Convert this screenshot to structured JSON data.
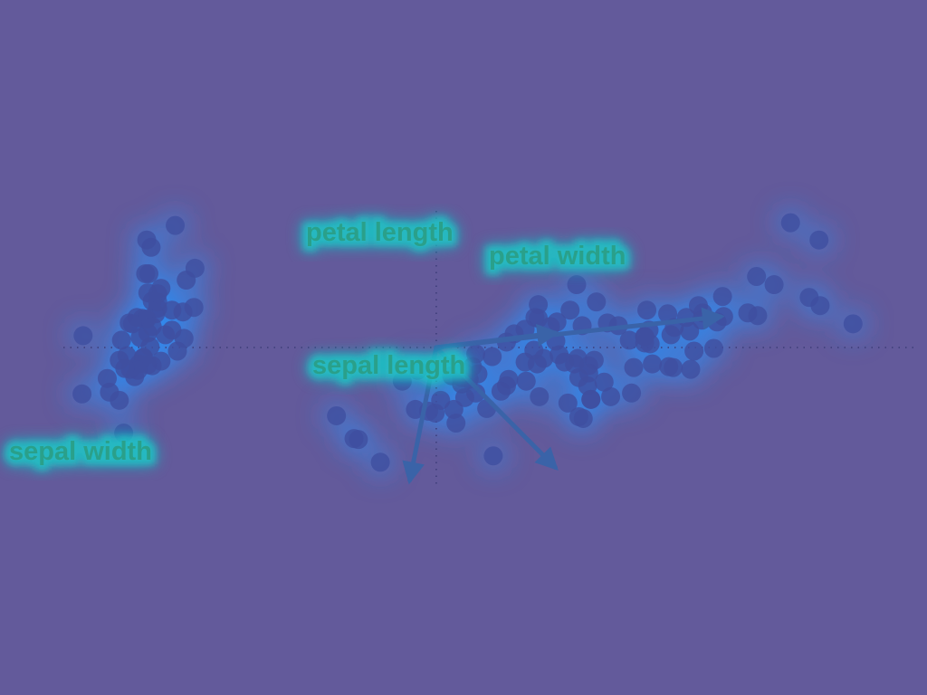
{
  "chart_data": {
    "type": "scatter",
    "title": "",
    "xlabel": "",
    "ylabel": "",
    "xlim": [
      -3.4,
      4.4
    ],
    "ylim": [
      -1.6,
      1.55
    ],
    "grid": false,
    "legend": "none",
    "zero_lines": true,
    "points": [
      [
        -2.68,
        0.32
      ],
      [
        -2.71,
        -0.18
      ],
      [
        -2.89,
        -0.14
      ],
      [
        -2.75,
        -0.32
      ],
      [
        -2.73,
        0.33
      ],
      [
        -2.28,
        0.74
      ],
      [
        -2.82,
        -0.09
      ],
      [
        -2.63,
        0.16
      ],
      [
        -2.89,
        -0.58
      ],
      [
        -2.67,
        -0.11
      ],
      [
        -2.51,
        0.65
      ],
      [
        -2.61,
        0.01
      ],
      [
        -2.79,
        -0.24
      ],
      [
        -3.23,
        -0.51
      ],
      [
        -2.64,
        1.18
      ],
      [
        -2.38,
        1.34
      ],
      [
        -2.62,
        0.81
      ],
      [
        -2.65,
        0.31
      ],
      [
        -2.2,
        0.87
      ],
      [
        -2.59,
        0.51
      ],
      [
        -2.31,
        0.39
      ],
      [
        -2.54,
        0.43
      ],
      [
        -3.22,
        0.13
      ],
      [
        -2.3,
        0.1
      ],
      [
        -2.36,
        -0.04
      ],
      [
        -2.51,
        -0.15
      ],
      [
        -2.47,
        0.14
      ],
      [
        -2.56,
        0.37
      ],
      [
        -2.64,
        0.31
      ],
      [
        -2.63,
        -0.19
      ],
      [
        -2.59,
        -0.2
      ],
      [
        -2.41,
        0.41
      ],
      [
        -2.65,
        0.81
      ],
      [
        -2.6,
        1.1
      ],
      [
        -2.67,
        -0.11
      ],
      [
        -2.87,
        0.08
      ],
      [
        -2.63,
        0.6
      ],
      [
        -2.8,
        0.27
      ],
      [
        -2.98,
        -0.49
      ],
      [
        -2.59,
        0.23
      ],
      [
        -2.77,
        0.26
      ],
      [
        -2.85,
        -0.94
      ],
      [
        -3,
        -0.34
      ],
      [
        -2.41,
        0.19
      ],
      [
        -2.21,
        0.44
      ],
      [
        -2.72,
        -0.25
      ],
      [
        -2.54,
        0.5
      ],
      [
        -2.84,
        -0.23
      ],
      [
        -2.54,
        0.59
      ],
      [
        -2.7,
        0.11
      ],
      [
        1.28,
        0.69
      ],
      [
        0.93,
        0.32
      ],
      [
        1.46,
        0.5
      ],
      [
        0.18,
        -0.83
      ],
      [
        1.09,
        0.07
      ],
      [
        0.64,
        -0.42
      ],
      [
        1.1,
        0.28
      ],
      [
        -0.75,
        -1.0
      ],
      [
        1.04,
        0.23
      ],
      [
        -0.01,
        -0.72
      ],
      [
        -0.51,
        -1.26
      ],
      [
        0.51,
        -0.1
      ],
      [
        0.26,
        -0.55
      ],
      [
        0.98,
        -0.12
      ],
      [
        -0.17,
        -0.25
      ],
      [
        0.93,
        0.47
      ],
      [
        0.66,
        -0.35
      ],
      [
        0.23,
        -0.33
      ],
      [
        0.94,
        -0.54
      ],
      [
        0.04,
        -0.58
      ],
      [
        1.12,
        -0.08
      ],
      [
        0.36,
        -0.07
      ],
      [
        1.3,
        -0.33
      ],
      [
        0.92,
        -0.18
      ],
      [
        0.71,
        0.15
      ],
      [
        0.9,
        0.33
      ],
      [
        1.33,
        0.24
      ],
      [
        1.56,
        0.27
      ],
      [
        0.81,
        -0.16
      ],
      [
        -0.31,
        -0.37
      ],
      [
        -0.07,
        -0.7
      ],
      [
        -0.19,
        -0.68
      ],
      [
        0.14,
        -0.31
      ],
      [
        1.38,
        -0.42
      ],
      [
        0.59,
        -0.48
      ],
      [
        0.81,
        0.2
      ],
      [
        1.22,
        0.41
      ],
      [
        0.82,
        -0.37
      ],
      [
        0.25,
        -0.27
      ],
      [
        0.16,
        -0.68
      ],
      [
        0.46,
        -0.67
      ],
      [
        0.89,
        -0.03
      ],
      [
        0.23,
        -0.4
      ],
      [
        -0.71,
        -1.01
      ],
      [
        0.36,
        -0.5
      ],
      [
        0.33,
        -0.21
      ],
      [
        0.38,
        -0.29
      ],
      [
        0.64,
        0.06
      ],
      [
        -0.91,
        -0.75
      ],
      [
        0.3,
        -0.35
      ],
      [
        2.53,
        -0.01
      ],
      [
        1.41,
        -0.57
      ],
      [
        2.62,
        0.34
      ],
      [
        1.97,
        -0.18
      ],
      [
        2.35,
        -0.04
      ],
      [
        3.4,
        0.55
      ],
      [
        0.52,
        -1.19
      ],
      [
        2.93,
        0.35
      ],
      [
        2.32,
        -0.24
      ],
      [
        2.92,
        0.78
      ],
      [
        1.66,
        0.24
      ],
      [
        1.8,
        -0.22
      ],
      [
        2.17,
        0.22
      ],
      [
        1.34,
        -0.78
      ],
      [
        1.59,
        -0.54
      ],
      [
        1.9,
        0.12
      ],
      [
        1.95,
        0.04
      ],
      [
        3.49,
        1.18
      ],
      [
        3.8,
        0.26
      ],
      [
        1.3,
        -0.76
      ],
      [
        2.43,
        0.38
      ],
      [
        1.2,
        -0.61
      ],
      [
        3.5,
        0.46
      ],
      [
        1.39,
        -0.2
      ],
      [
        2.28,
        0.33
      ],
      [
        2.61,
        0.56
      ],
      [
        1.26,
        -0.18
      ],
      [
        1.29,
        -0.12
      ],
      [
        2.12,
        -0.21
      ],
      [
        2.39,
        0.46
      ],
      [
        2.84,
        0.38
      ],
      [
        3.23,
        1.37
      ],
      [
        2.16,
        -0.22
      ],
      [
        1.44,
        -0.14
      ],
      [
        1.78,
        -0.5
      ],
      [
        3.08,
        0.69
      ],
      [
        2.14,
        0.14
      ],
      [
        1.9,
        0.05
      ],
      [
        1.17,
        -0.16
      ],
      [
        2.11,
        0.37
      ],
      [
        2.31,
        0.18
      ],
      [
        1.92,
        0.41
      ],
      [
        1.41,
        -0.57
      ],
      [
        2.56,
        0.28
      ],
      [
        2.42,
        0.3
      ],
      [
        1.94,
        0.19
      ],
      [
        1.53,
        -0.38
      ],
      [
        1.76,
        0.08
      ],
      [
        1.9,
        0.12
      ],
      [
        1.39,
        -0.28
      ]
    ],
    "vectors": [
      {
        "name": "sepal length",
        "dx": 0.36,
        "dy": 0.66
      },
      {
        "name": "sepal width",
        "dx": -0.08,
        "dy": 0.73
      },
      {
        "name": "petal length",
        "dx": 0.86,
        "dy": -0.17
      },
      {
        "name": "petal width",
        "dx": 0.36,
        "dy": -0.08
      }
    ]
  },
  "colors": {
    "background": "#635a9b",
    "point": "#3f4fa0",
    "zero_line": "#3c3c78",
    "arrow": "#3a63a8",
    "label": "#2aa08a",
    "glow_inner": "#6cf27a",
    "glow_mid": "#1fc9c7",
    "glow_outer": "#2f8df2"
  }
}
